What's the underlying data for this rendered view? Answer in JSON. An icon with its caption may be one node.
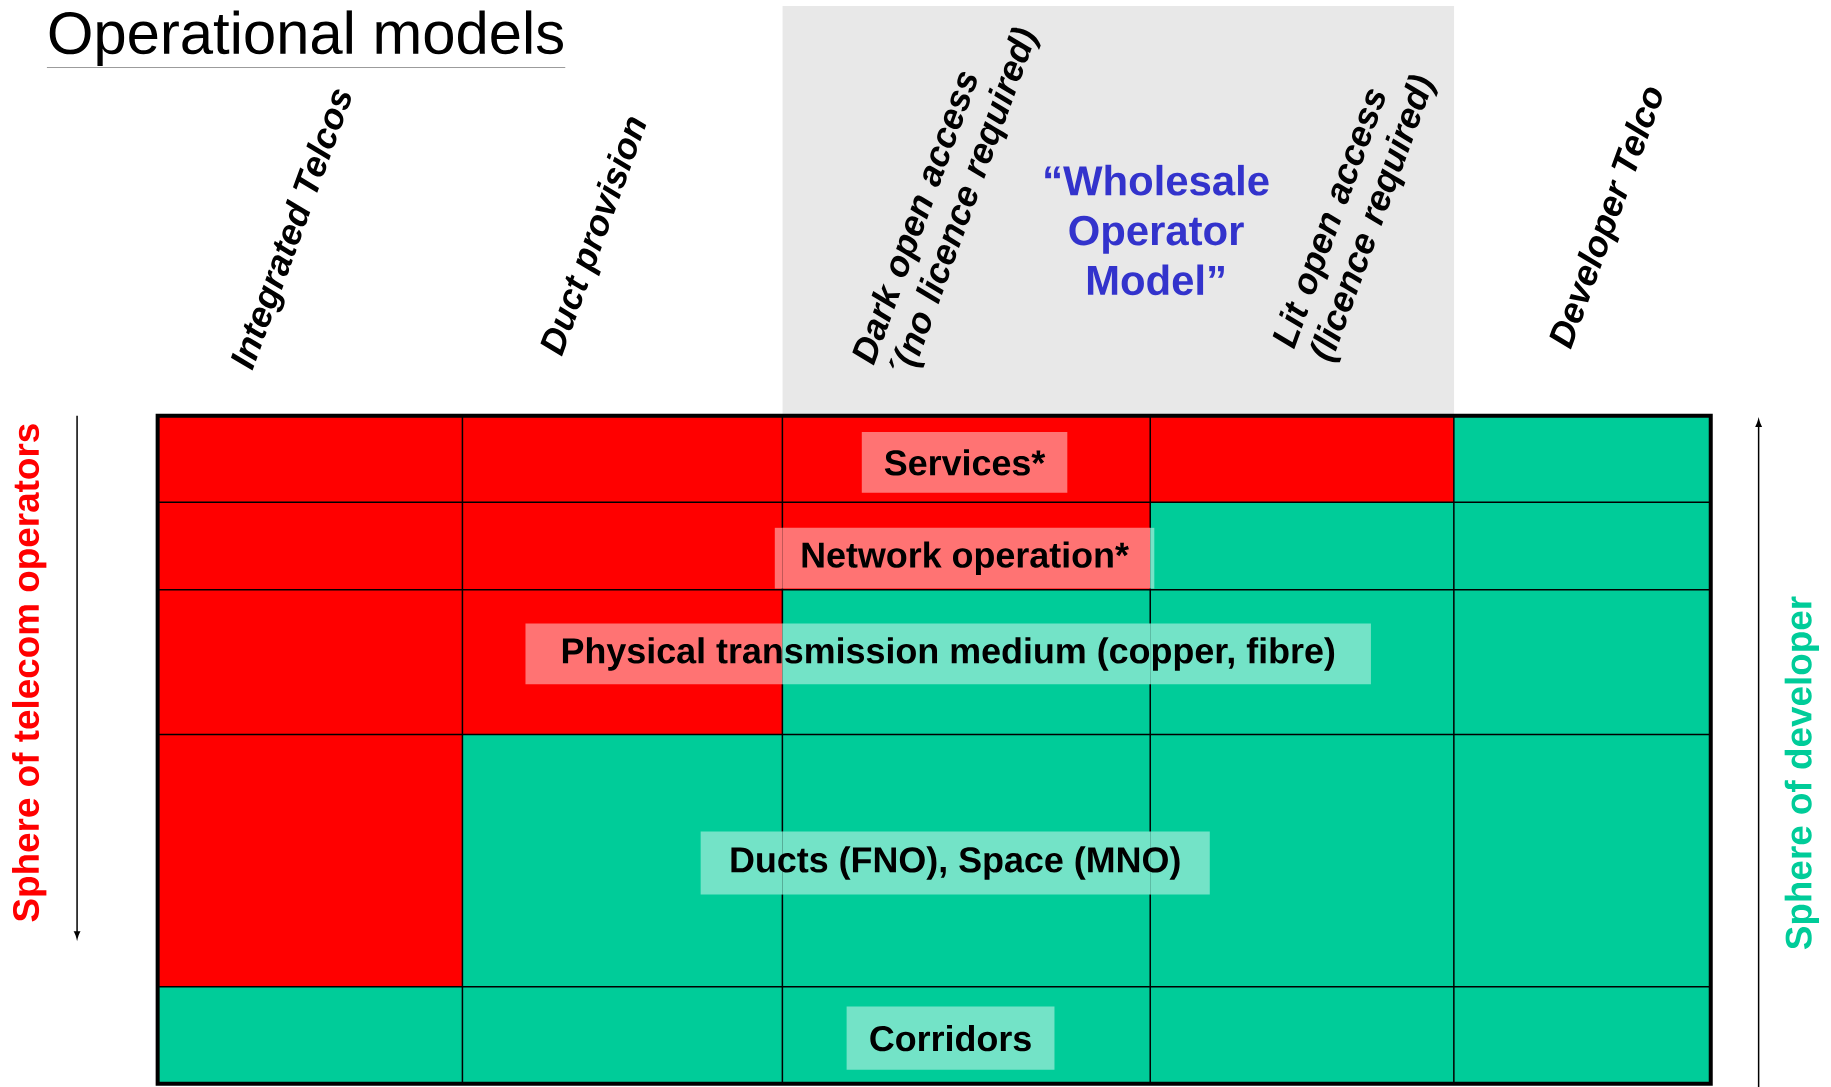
{
  "diagram": {
    "title": "Operational models",
    "nodes": [
      {
        "text": [
          "“Wholesale Operator Model”"
        ]
      },
      {
        "text": [
          "Services*"
        ]
      },
      {
        "text": [
          "Network operation*"
        ]
      },
      {
        "text": [
          "Physical transmission medium (copper, fibre)"
        ]
      },
      {
        "text": [
          "Ducts (FNO), Space (MNO)"
        ]
      },
      {
        "text": [
          "Corridors"
        ]
      }
    ],
    "labels": [
      "Integrated Telcos",
      "Duct provision",
      "Dark open access ´(no licence required)",
      "Lit open access (licence required)",
      "Developer Telco",
      "Sphere of telecom operators",
      "Sphere of developer"
    ]
  }
}
